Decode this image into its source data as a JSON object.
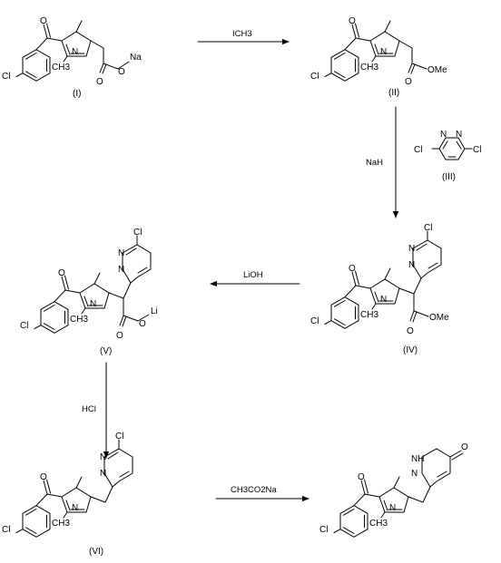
{
  "compounds": [
    {
      "id": "I",
      "caption": "(I)",
      "labels": {
        "cl": "Cl",
        "me1": "CH3",
        "nme": "N",
        "ome": "O",
        "na": "Na",
        "carbonyl": "O",
        "ester_o": "O"
      }
    },
    {
      "id": "II",
      "caption": "(II)",
      "labels": {
        "cl": "Cl",
        "me1": "CH3",
        "nme": "N",
        "ome": "OMe",
        "carbonyl": "O",
        "ester_o": "O"
      }
    },
    {
      "id": "IV",
      "caption": "(IV)",
      "labels": {
        "cl": "Cl",
        "me1": "CH3",
        "nme": "N",
        "ome": "OMe",
        "carbonyl": "O",
        "ester_o": "O",
        "pyr_cl": "Cl",
        "n1": "N",
        "n2": "N"
      }
    },
    {
      "id": "V",
      "caption": "(V)",
      "labels": {
        "cl": "Cl",
        "me1": "CH3",
        "nme": "N",
        "ome": "O",
        "li": "Li",
        "carbonyl": "O",
        "ester_o": "O",
        "pyr_cl": "Cl",
        "n1": "N",
        "n2": "N"
      }
    },
    {
      "id": "VI",
      "caption": "(VI)",
      "labels": {
        "cl": "Cl",
        "me1": "CH3",
        "nme": "N",
        "carbonyl": "O",
        "pyr_cl": "Cl",
        "n1": "N",
        "n2": "N"
      }
    },
    {
      "id": "VII",
      "caption": "",
      "labels": {
        "cl": "Cl",
        "me1": "CH3",
        "nme": "N",
        "carbonyl": "O",
        "pyr_o": "O",
        "n1": "NH",
        "n2": "N"
      }
    }
  ],
  "reagent_III": {
    "caption": "(III)",
    "cl1": "Cl",
    "cl2": "Cl",
    "n1": "N",
    "n2": "N"
  },
  "arrows": [
    {
      "id": "a1",
      "label": "ICH3"
    },
    {
      "id": "a2",
      "label": "NaH"
    },
    {
      "id": "a3",
      "label": "LiOH"
    },
    {
      "id": "a4",
      "label": "HCl"
    },
    {
      "id": "a5",
      "label": "CH3CO2Na"
    }
  ]
}
